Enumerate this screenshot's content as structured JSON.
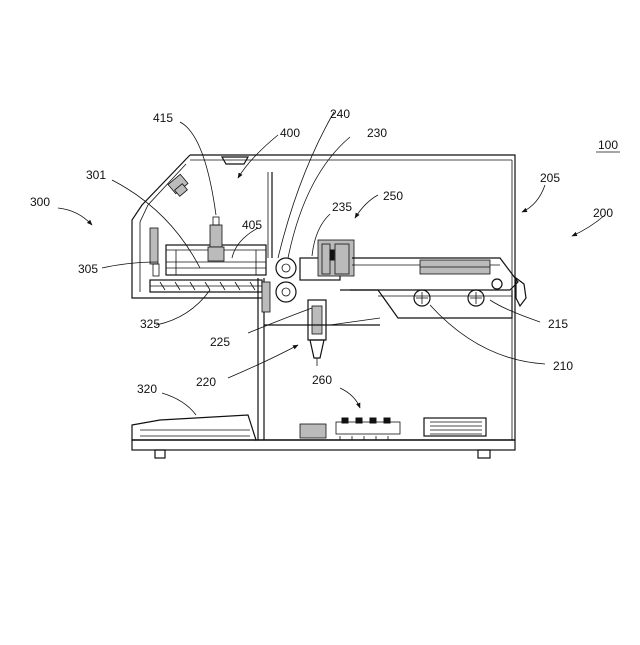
{
  "figure": {
    "ref_main": "100",
    "labels": {
      "l300": "300",
      "l301": "301",
      "l305": "305",
      "l325": "325",
      "l415": "415",
      "l400": "400",
      "l405": "405",
      "l240": "240",
      "l230": "230",
      "l235": "235",
      "l250": "250",
      "l205": "205",
      "l200": "200",
      "l225": "225",
      "l220": "220",
      "l215": "215",
      "l210": "210",
      "l320": "320",
      "l260": "260"
    }
  }
}
